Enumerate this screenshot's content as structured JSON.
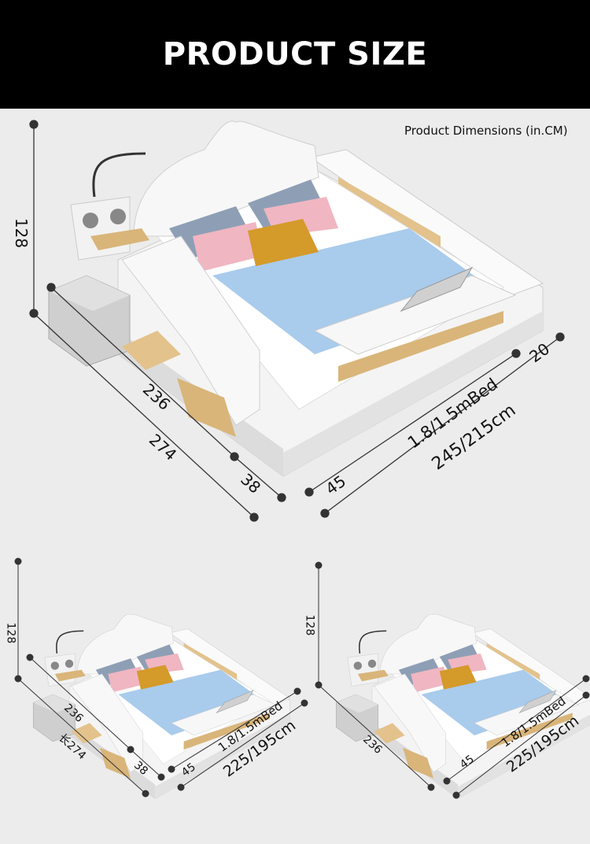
{
  "header": {
    "title": "PRODUCT SIZE"
  },
  "subtitle": "Product Dimensions (in.CM)",
  "main_diagram": {
    "height": "128",
    "inner_length": "236",
    "total_length": "274",
    "footboard_depth": "38",
    "side_shelf": "20",
    "side_panel": "45",
    "bed_size": "1.8/1.5mBed",
    "total_width": "245/215cm"
  },
  "variant_left": {
    "height": "128",
    "inner_length": "236",
    "total_length": "长274",
    "footboard_depth": "38",
    "side_panel": "45",
    "bed_size": "1.8/1.5mBed",
    "total_width": "225/195cm"
  },
  "variant_right": {
    "height": "128",
    "inner_length": "236",
    "side_panel": "45",
    "bed_size": "1.8/1.5mBed",
    "total_width": "225/195cm"
  },
  "colors": {
    "banner": "#000000",
    "background": "#ececec",
    "blanket": "#a9cbec",
    "pillow_pink": "#f0b6c2",
    "pillow_gold": "#d49a2a",
    "pillow_blue": "#8e9fb5",
    "wood": "#d9b57a"
  }
}
